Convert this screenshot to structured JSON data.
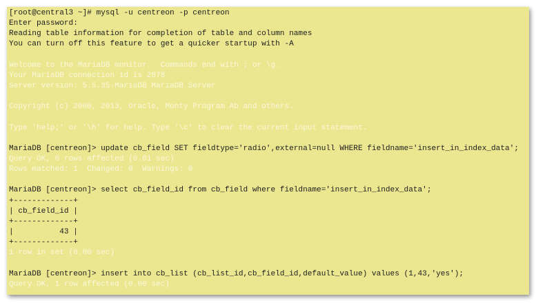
{
  "colors": {
    "background": "#ebe690",
    "text": "#1d1d1d",
    "server_output": "#fbf8dc"
  },
  "terminal": {
    "lines": [
      {
        "text": "[root@central3 ~]# mysql -u centreon -p centreon",
        "style": "cmd"
      },
      {
        "text": "Enter password:",
        "style": "cmd"
      },
      {
        "text": "Reading table information for completion of table and column names",
        "style": "cmd"
      },
      {
        "text": "You can turn off this feature to get a quicker startup with -A",
        "style": "cmd"
      },
      {
        "text": "",
        "style": "cmd"
      },
      {
        "text": "Welcome to the MariaDB monitor.  Commands end with ; or \\g.",
        "style": "out"
      },
      {
        "text": "Your MariaDB connection id is 2878",
        "style": "out"
      },
      {
        "text": "Server version: 5.5.35-MariaDB MariaDB Server",
        "style": "out"
      },
      {
        "text": "",
        "style": "out"
      },
      {
        "text": "Copyright (c) 2000, 2013, Oracle, Monty Program Ab and others.",
        "style": "out"
      },
      {
        "text": "",
        "style": "out"
      },
      {
        "text": "Type 'help;' or '\\h' for help. Type '\\c' to clear the current input statement.",
        "style": "out"
      },
      {
        "text": "",
        "style": "cmd"
      },
      {
        "text": "MariaDB [centreon]> update cb_field SET fieldtype='radio',external=null WHERE fieldname='insert_in_index_data';",
        "style": "cmd"
      },
      {
        "text": "Query OK, 0 rows affected (0.01 sec)",
        "style": "out"
      },
      {
        "text": "Rows matched: 1  Changed: 0  Warnings: 0",
        "style": "out"
      },
      {
        "text": "",
        "style": "cmd"
      },
      {
        "text": "MariaDB [centreon]> select cb_field_id from cb_field where fieldname='insert_in_index_data';",
        "style": "cmd"
      },
      {
        "text": "+-------------+",
        "style": "cmd"
      },
      {
        "text": "| cb_field_id |",
        "style": "cmd"
      },
      {
        "text": "+-------------+",
        "style": "cmd"
      },
      {
        "text": "|          43 |",
        "style": "cmd"
      },
      {
        "text": "+-------------+",
        "style": "cmd"
      },
      {
        "text": "1 row in set (0.00 sec)",
        "style": "out"
      },
      {
        "text": "",
        "style": "cmd"
      },
      {
        "text": "MariaDB [centreon]> insert into cb_list (cb_list_id,cb_field_id,default_value) values (1,43,'yes');",
        "style": "cmd"
      },
      {
        "text": "Query OK, 1 row affected (0.00 sec)",
        "style": "out"
      }
    ]
  }
}
